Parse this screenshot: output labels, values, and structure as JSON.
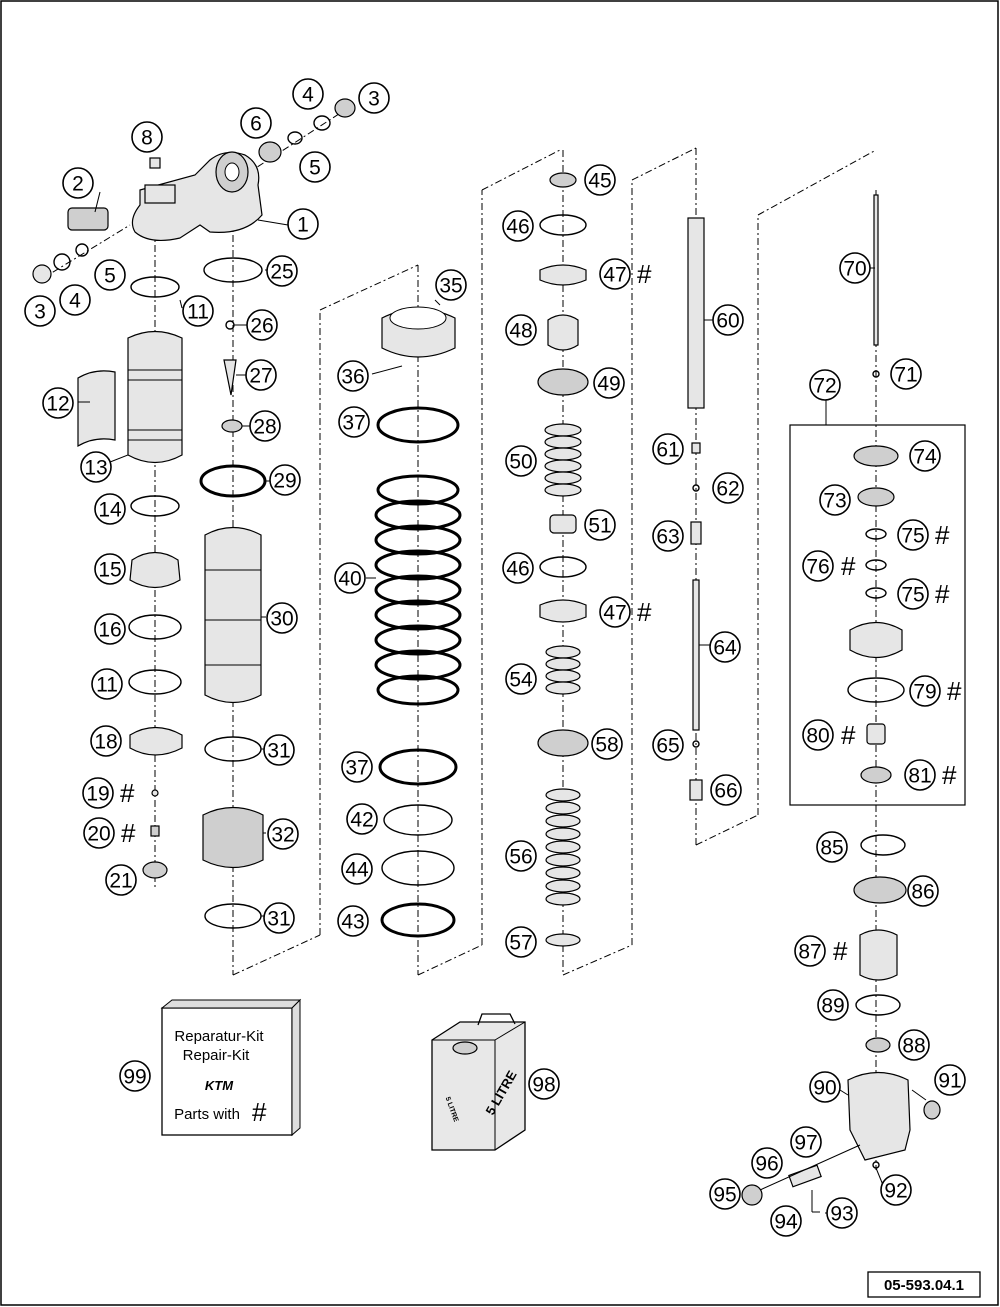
{
  "callouts": [
    {
      "id": "1",
      "label": "1"
    },
    {
      "id": "2",
      "label": "2"
    },
    {
      "id": "3a",
      "label": "3"
    },
    {
      "id": "3b",
      "label": "3"
    },
    {
      "id": "4a",
      "label": "4"
    },
    {
      "id": "4b",
      "label": "4"
    },
    {
      "id": "5a",
      "label": "5"
    },
    {
      "id": "5b",
      "label": "5"
    },
    {
      "id": "6",
      "label": "6"
    },
    {
      "id": "8",
      "label": "8"
    },
    {
      "id": "11a",
      "label": "11"
    },
    {
      "id": "11b",
      "label": "11"
    },
    {
      "id": "12",
      "label": "12"
    },
    {
      "id": "13",
      "label": "13"
    },
    {
      "id": "14",
      "label": "14"
    },
    {
      "id": "15",
      "label": "15"
    },
    {
      "id": "16",
      "label": "16"
    },
    {
      "id": "18",
      "label": "18"
    },
    {
      "id": "19",
      "label": "19"
    },
    {
      "id": "20",
      "label": "20"
    },
    {
      "id": "21",
      "label": "21"
    },
    {
      "id": "25",
      "label": "25"
    },
    {
      "id": "26",
      "label": "26"
    },
    {
      "id": "27",
      "label": "27"
    },
    {
      "id": "28",
      "label": "28"
    },
    {
      "id": "29",
      "label": "29"
    },
    {
      "id": "30",
      "label": "30"
    },
    {
      "id": "31a",
      "label": "31"
    },
    {
      "id": "31b",
      "label": "31"
    },
    {
      "id": "32",
      "label": "32"
    },
    {
      "id": "35",
      "label": "35"
    },
    {
      "id": "36",
      "label": "36"
    },
    {
      "id": "37a",
      "label": "37"
    },
    {
      "id": "37b",
      "label": "37"
    },
    {
      "id": "40",
      "label": "40"
    },
    {
      "id": "42",
      "label": "42"
    },
    {
      "id": "43",
      "label": "43"
    },
    {
      "id": "44",
      "label": "44"
    },
    {
      "id": "45",
      "label": "45"
    },
    {
      "id": "46a",
      "label": "46"
    },
    {
      "id": "46b",
      "label": "46"
    },
    {
      "id": "47a",
      "label": "47"
    },
    {
      "id": "47b",
      "label": "47"
    },
    {
      "id": "48",
      "label": "48"
    },
    {
      "id": "49",
      "label": "49"
    },
    {
      "id": "50",
      "label": "50"
    },
    {
      "id": "51",
      "label": "51"
    },
    {
      "id": "54",
      "label": "54"
    },
    {
      "id": "56",
      "label": "56"
    },
    {
      "id": "57",
      "label": "57"
    },
    {
      "id": "58",
      "label": "58"
    },
    {
      "id": "60",
      "label": "60"
    },
    {
      "id": "61",
      "label": "61"
    },
    {
      "id": "62",
      "label": "62"
    },
    {
      "id": "63",
      "label": "63"
    },
    {
      "id": "64",
      "label": "64"
    },
    {
      "id": "65",
      "label": "65"
    },
    {
      "id": "66",
      "label": "66"
    },
    {
      "id": "70",
      "label": "70"
    },
    {
      "id": "71",
      "label": "71"
    },
    {
      "id": "72",
      "label": "72"
    },
    {
      "id": "73",
      "label": "73"
    },
    {
      "id": "74",
      "label": "74"
    },
    {
      "id": "75a",
      "label": "75"
    },
    {
      "id": "75b",
      "label": "75"
    },
    {
      "id": "76",
      "label": "76"
    },
    {
      "id": "79",
      "label": "79"
    },
    {
      "id": "80",
      "label": "80"
    },
    {
      "id": "81",
      "label": "81"
    },
    {
      "id": "85",
      "label": "85"
    },
    {
      "id": "86",
      "label": "86"
    },
    {
      "id": "87",
      "label": "87"
    },
    {
      "id": "88",
      "label": "88"
    },
    {
      "id": "89",
      "label": "89"
    },
    {
      "id": "90",
      "label": "90"
    },
    {
      "id": "91",
      "label": "91"
    },
    {
      "id": "92",
      "label": "92"
    },
    {
      "id": "93",
      "label": "93"
    },
    {
      "id": "94",
      "label": "94"
    },
    {
      "id": "95",
      "label": "95"
    },
    {
      "id": "96",
      "label": "96"
    },
    {
      "id": "97",
      "label": "97"
    },
    {
      "id": "98",
      "label": "98"
    },
    {
      "id": "99",
      "label": "99"
    }
  ],
  "hash_marker": "#",
  "repair_kit": {
    "line1": "Reparatur-Kit",
    "line2": "Repair-Kit",
    "logo": "KTM",
    "line3": "Parts with",
    "hash": "#"
  },
  "oil_can": {
    "label": "5 LITRE",
    "small_label": "5 LITRE"
  },
  "reference_number": "05-593.04.1"
}
